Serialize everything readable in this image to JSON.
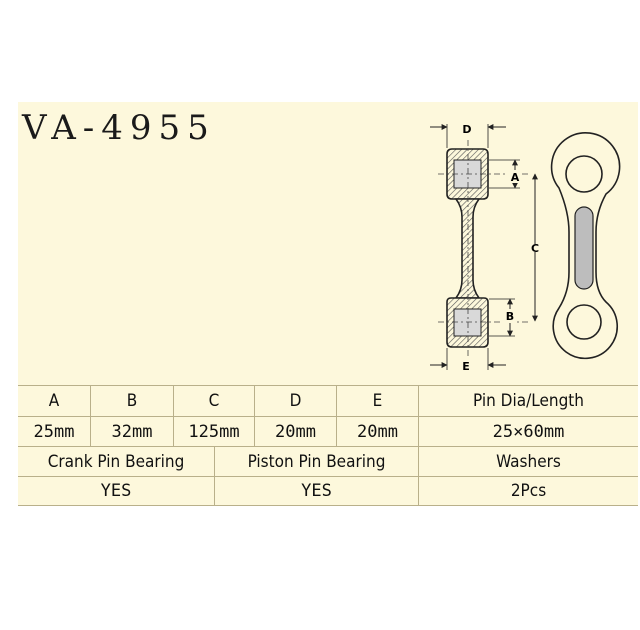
{
  "part_number": "VA-4955",
  "diagram": {
    "labels": {
      "a": "A",
      "b": "B",
      "c": "C",
      "d": "D",
      "e": "E"
    },
    "colors": {
      "outline": "#222222",
      "hatch": "#555555",
      "shading": "#bdbdbd",
      "background": "#fdf8dc"
    }
  },
  "table": {
    "dimension_headers": [
      "A",
      "B",
      "C",
      "D",
      "E"
    ],
    "dimension_values": [
      "25mm",
      "32mm",
      "125mm",
      "20mm",
      "20mm"
    ],
    "pin_header": "Pin Dia/Length",
    "pin_value": "25×60mm",
    "crank_header": "Crank Pin Bearing",
    "crank_value": "YES",
    "piston_header": "Piston Pin Bearing",
    "piston_value": "YES",
    "washers_header": "Washers",
    "washers_value": "2Pcs"
  }
}
